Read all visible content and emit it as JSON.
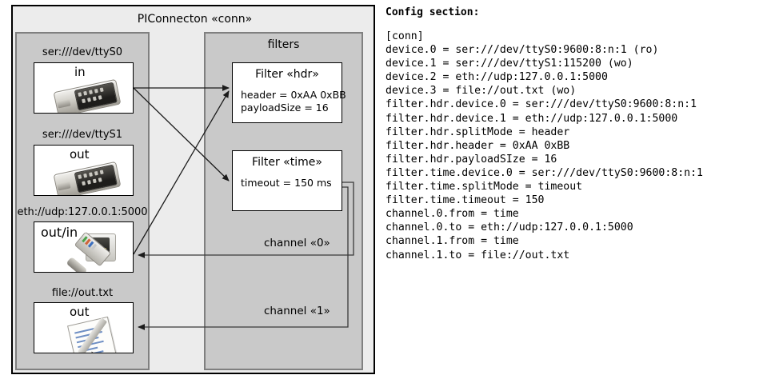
{
  "diagram": {
    "title": "PIConnecton «conn»",
    "devices_panel": {
      "title": "",
      "items": [
        {
          "label": "ser:///dev/ttyS0",
          "io": "in",
          "icon": "serial-port-icon"
        },
        {
          "label": "ser:///dev/ttyS1",
          "io": "out",
          "icon": "serial-port-icon"
        },
        {
          "label": "eth://udp:127.0.0.1:5000",
          "io": "out/in",
          "icon": "ethernet-icon"
        },
        {
          "label": "file://out.txt",
          "io": "out",
          "icon": "text-file-icon"
        }
      ]
    },
    "filters_panel": {
      "title": "filters",
      "filters": [
        {
          "title": "Filter «hdr»",
          "attrs": "header = 0xAA 0xBB\npayloadSize = 16"
        },
        {
          "title": "Filter «time»",
          "attrs": "timeout = 150 ms"
        }
      ]
    },
    "channels": [
      {
        "label": "channel «0»"
      },
      {
        "label": "channel «1»"
      }
    ]
  },
  "config": {
    "heading": "Config section:",
    "text": "[conn]\ndevice.0 = ser:///dev/ttyS0:9600:8:n:1 (ro)\ndevice.1 = ser:///dev/ttyS1:115200 (wo)\ndevice.2 = eth://udp:127.0.0.1:5000\ndevice.3 = file://out.txt (wo)\nfilter.hdr.device.0 = ser:///dev/ttyS0:9600:8:n:1\nfilter.hdr.device.1 = eth://udp:127.0.0.1:5000\nfilter.hdr.splitMode = header\nfilter.hdr.header = 0xAA 0xBB\nfilter.hdr.payloadSIze = 16\nfilter.time.device.0 = ser:///dev/ttyS0:9600:8:n:1\nfilter.time.splitMode = timeout\nfilter.time.timeout = 150\nchannel.0.from = time\nchannel.0.to = eth://udp:127.0.0.1:5000\nchannel.1.from = time\nchannel.1.to = file://out.txt"
  },
  "colors": {
    "outer_fill": "#ececec",
    "panel_fill": "#c9c9c9",
    "panel_border": "#808080",
    "box_fill": "#ffffff",
    "stroke": "#000000",
    "connector": "#333333"
  }
}
